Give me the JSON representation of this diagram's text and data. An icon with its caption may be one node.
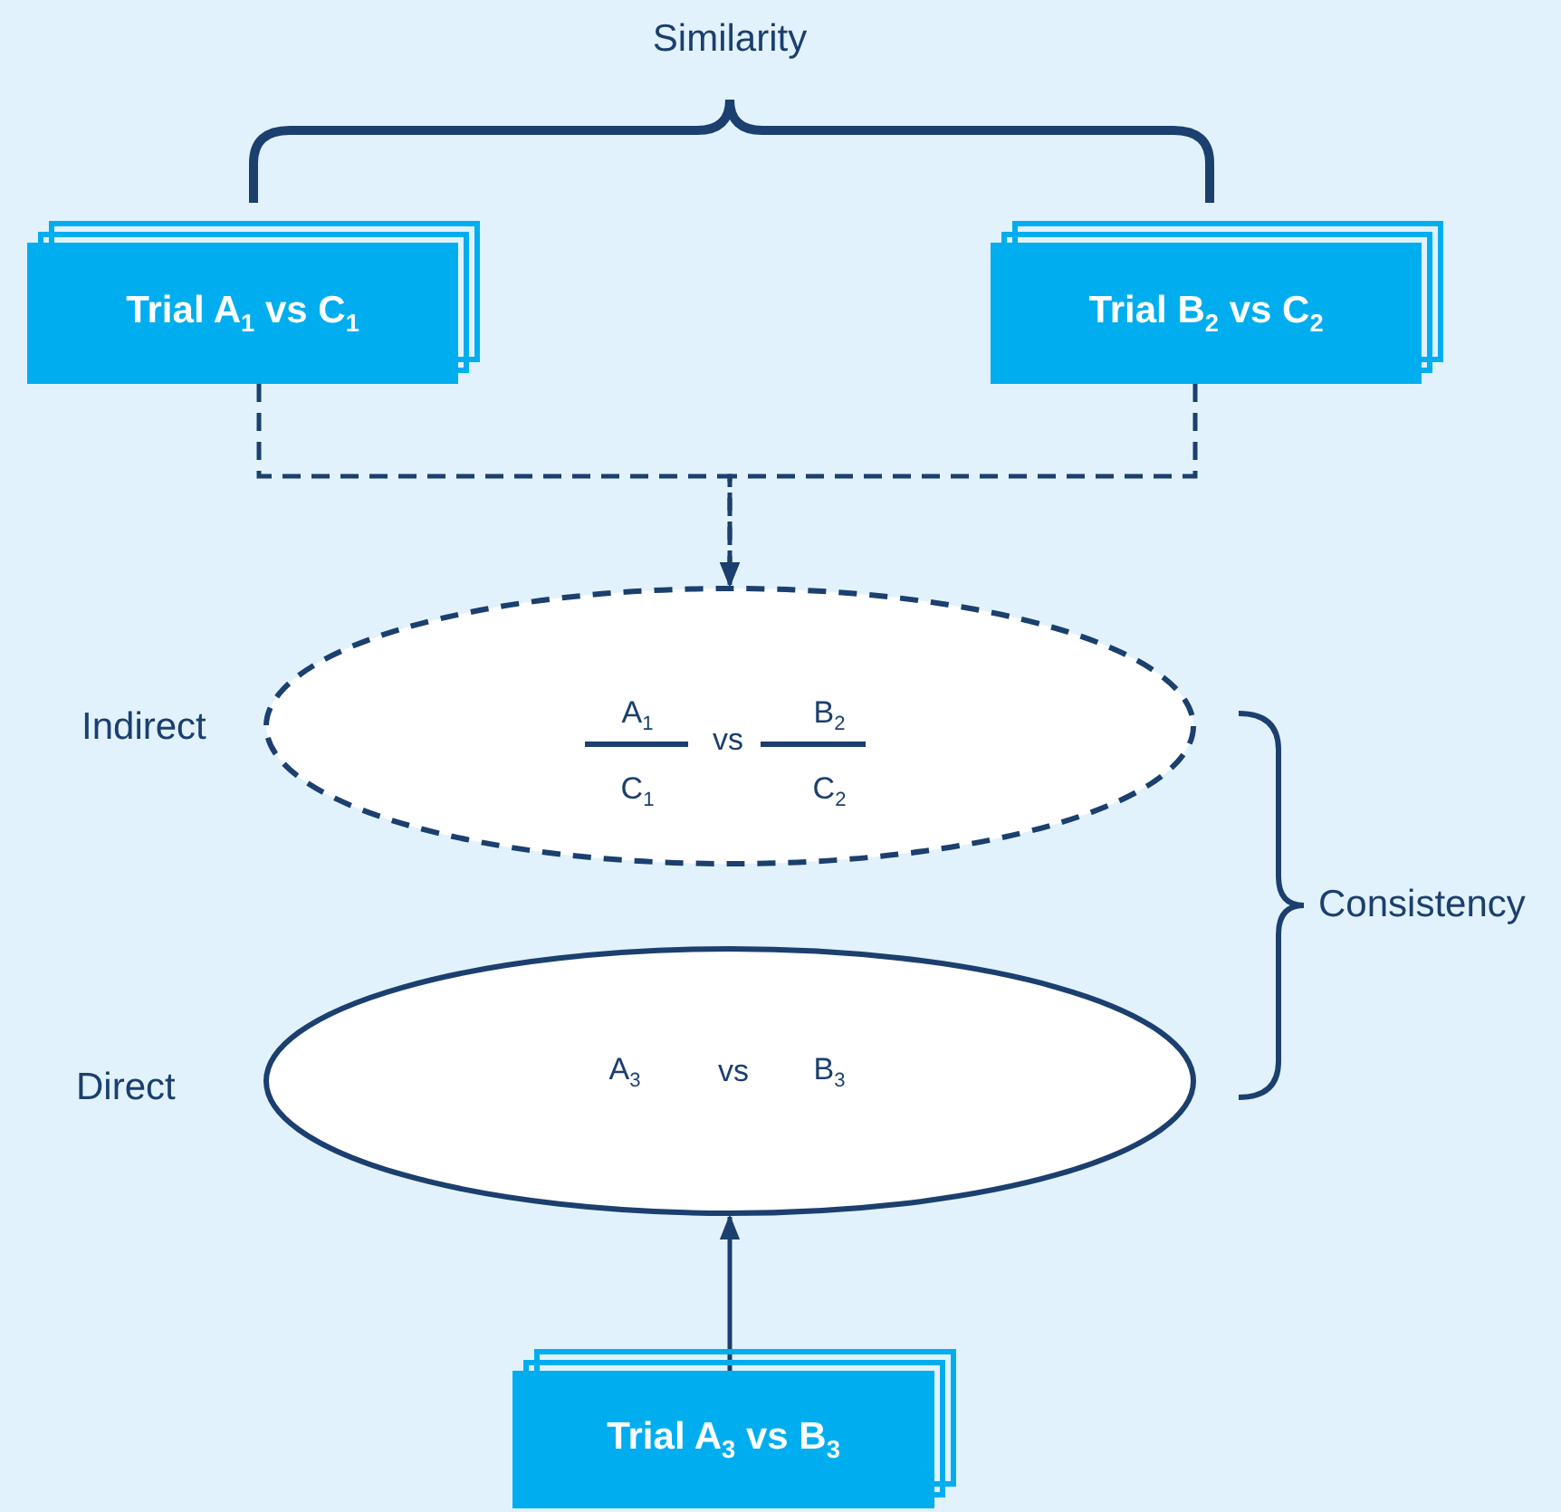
{
  "diagram": {
    "nodes": [
      {
        "text": [
          "Trial A$_{1}$ vs C$_{1}$"
        ]
      },
      {
        "text": [
          "Trial B$_{2}$ vs C$_{2}$"
        ]
      },
      {
        "text": [
          "A$_{1}$",
          "C$_{1}$",
          "vs",
          "B$_{2}$",
          "C$_{2}$"
        ],
        "beside": [
          "Indirect"
        ]
      },
      {
        "text": [
          "A$_{3}$",
          "vs",
          "B$_{3}$"
        ],
        "beside": [
          "Direct"
        ]
      },
      {
        "text": [
          "Trial A$_{3}$ vs B$_{3}$"
        ]
      }
    ],
    "edges": [
      {
        "from": 0,
        "to": 2,
        "arrow": "to",
        "style": "dashed"
      },
      {
        "from": 1,
        "to": 2,
        "arrow": "to",
        "style": "dashed"
      },
      {
        "from": 4,
        "to": 3,
        "arrow": "to"
      }
    ],
    "labels": [
      "Similarity",
      "Consistency"
    ]
  }
}
